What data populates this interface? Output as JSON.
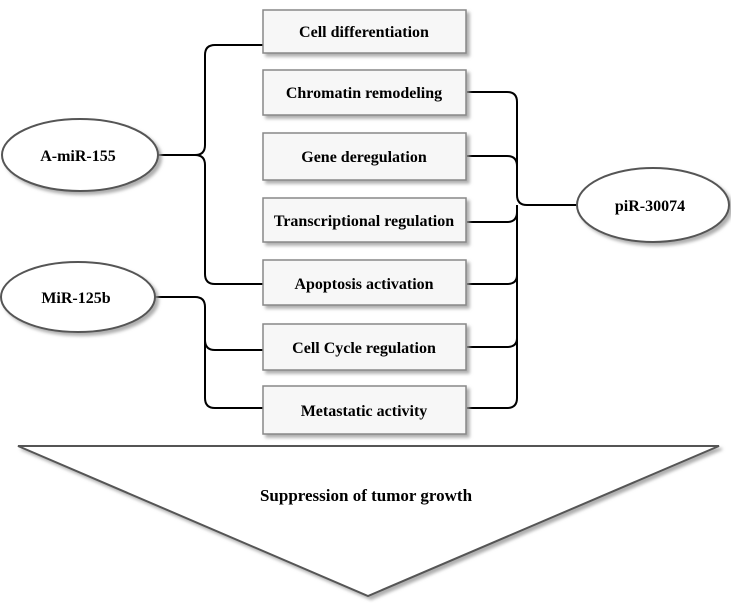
{
  "nodes": {
    "a_mir_155": "A-miR-155",
    "mir_125b": "MiR-125b",
    "pir_30074": "piR-30074"
  },
  "processes": [
    "Cell differentiation",
    "Chromatin remodeling",
    "Gene deregulation",
    "Transcriptional regulation",
    "Apoptosis activation",
    "Cell Cycle regulation",
    "Metastatic activity"
  ],
  "outcome": "Suppression of tumor growth"
}
